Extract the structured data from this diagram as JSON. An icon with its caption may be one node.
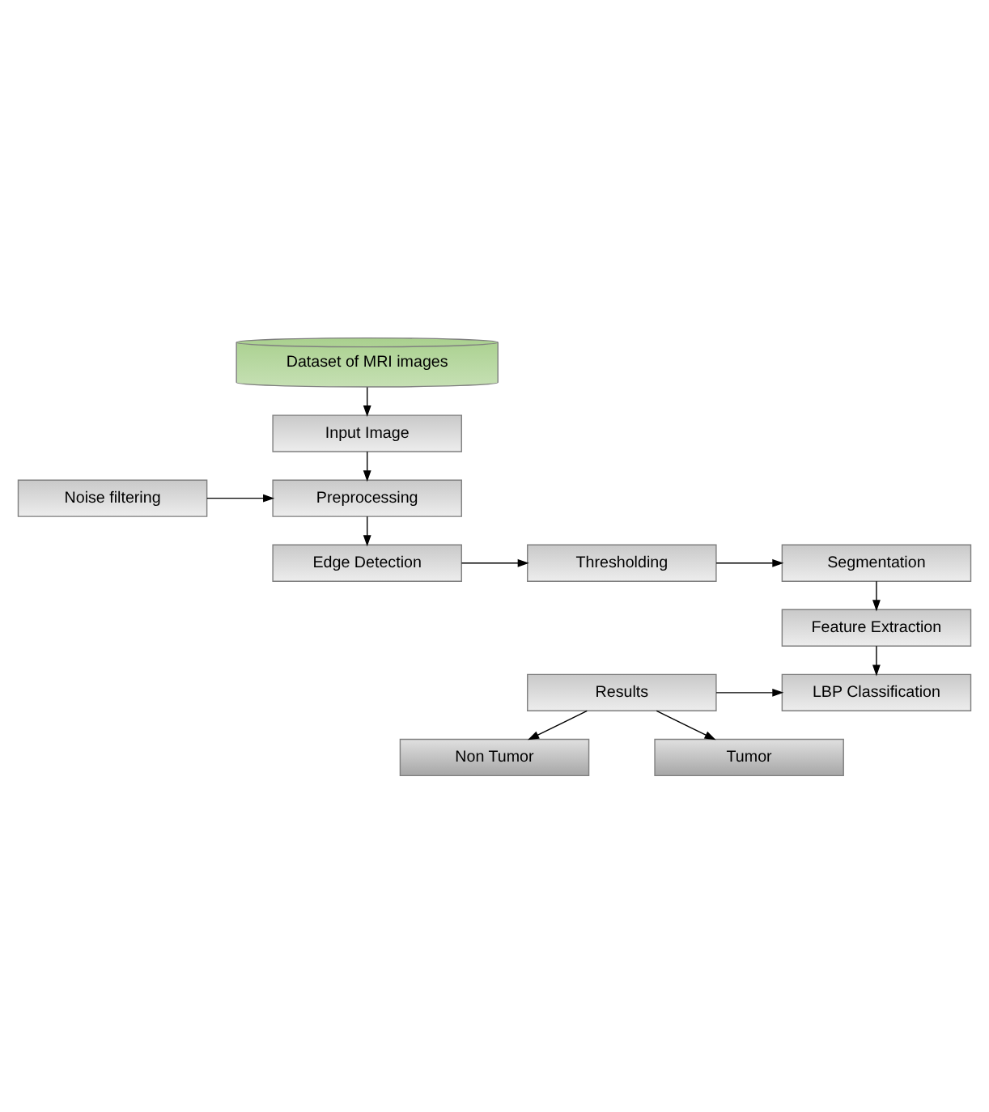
{
  "diagram": {
    "nodes": [
      {
        "text": [
          "Dataset of MRI images"
        ]
      },
      {
        "text": [
          "Input Image"
        ]
      },
      {
        "text": [
          "Preprocessing"
        ]
      },
      {
        "text": [
          "Noise filtering"
        ]
      },
      {
        "text": [
          "Edge Detection"
        ]
      },
      {
        "text": [
          "Thresholding"
        ]
      },
      {
        "text": [
          "Segmentation"
        ]
      },
      {
        "text": [
          "Feature Extraction"
        ]
      },
      {
        "text": [
          "LBP Classification"
        ]
      },
      {
        "text": [
          "Results"
        ]
      },
      {
        "text": [
          "Non Tumor"
        ]
      },
      {
        "text": [
          "Tumor"
        ]
      }
    ],
    "edges": [
      {
        "from": 0,
        "to": 1,
        "arrow": "to"
      },
      {
        "from": 1,
        "to": 2,
        "arrow": "to"
      },
      {
        "from": 3,
        "to": 2,
        "arrow": "to"
      },
      {
        "from": 2,
        "to": 4,
        "arrow": "to"
      },
      {
        "from": 4,
        "to": 5,
        "arrow": "to"
      },
      {
        "from": 5,
        "to": 6,
        "arrow": "to"
      },
      {
        "from": 6,
        "to": 7,
        "arrow": "to"
      },
      {
        "from": 7,
        "to": 8,
        "arrow": "to"
      },
      {
        "from": 9,
        "to": 8,
        "arrow": "to"
      },
      {
        "from": 9,
        "to": 10,
        "arrow": "to"
      },
      {
        "from": 9,
        "to": 11,
        "arrow": "to"
      }
    ]
  }
}
